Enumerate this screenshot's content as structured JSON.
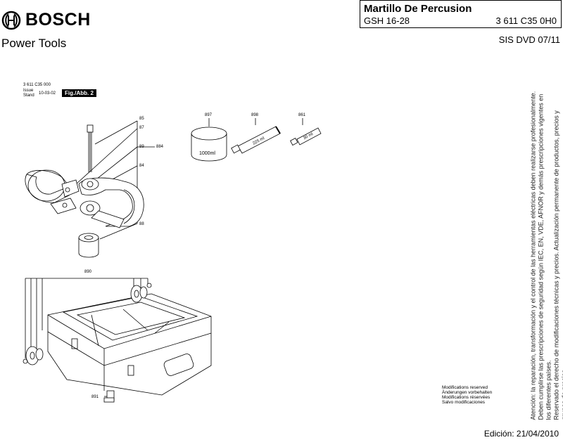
{
  "header": {
    "brand": "BOSCH",
    "division": "Power Tools",
    "title": "Martillo De Percusion",
    "model": "GSH 16-28",
    "part_number": "3 611 C35 0H0",
    "sis": "SIS DVD 07/11"
  },
  "figure": {
    "ref": "3 611 C35 000",
    "issue_label": "Issue\nStand",
    "issue_date": "10-03-02",
    "tag": "Fig./Abb. 2"
  },
  "parts": {
    "p85": "85",
    "p87": "87",
    "p89": "89",
    "p884": "884",
    "p84": "84",
    "p88": "88",
    "p897": "897",
    "p898": "898",
    "p861": "861",
    "p890": "890",
    "p891": "891",
    "label_1000ml": "1000ml",
    "label_225ml": "225 ml",
    "label_30ml": "30 ml"
  },
  "notes": {
    "modifications": "Modifications reserved\nÄnderungen vorbehalten\nModifications réservées\nSalvo modificaciones",
    "vertical": "Atención: la reparación, transformación y el control de las herramientas eléctricas deben realizarse profesionalmente.\nDeben cumplirse las prescripciones de seguridad según IEC, EN, VDE, AFNOR y demás prescripciones vigentes en los diferentes países.\nReservado el derecho de modificaciones técnicas y precios. Actualización permanente de productos, precios y grupos de precios.",
    "edition": "Edición: 21/04/2010"
  }
}
